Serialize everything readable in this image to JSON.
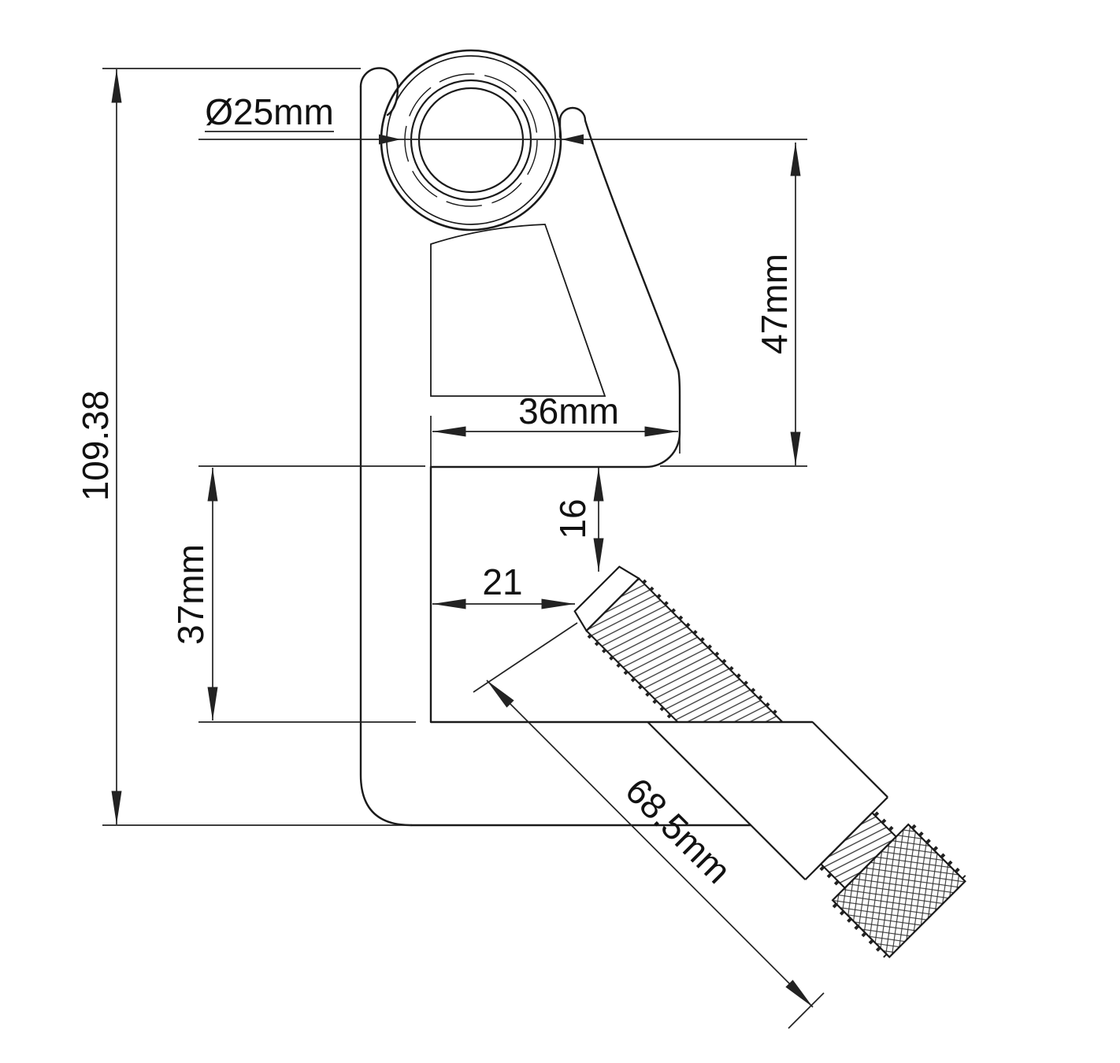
{
  "drawing": {
    "dimensions": {
      "diameter": "Ø25mm",
      "overall_height": "109.38",
      "arm_height": "47mm",
      "jaw_depth": "36mm",
      "jaw_gap": "16",
      "screw_offset": "21",
      "lower_gap": "37mm",
      "screw_length": "68.5mm"
    },
    "colors": {
      "line": "#1a1a1a",
      "dimension": "#222222",
      "background": "#ffffff"
    }
  }
}
